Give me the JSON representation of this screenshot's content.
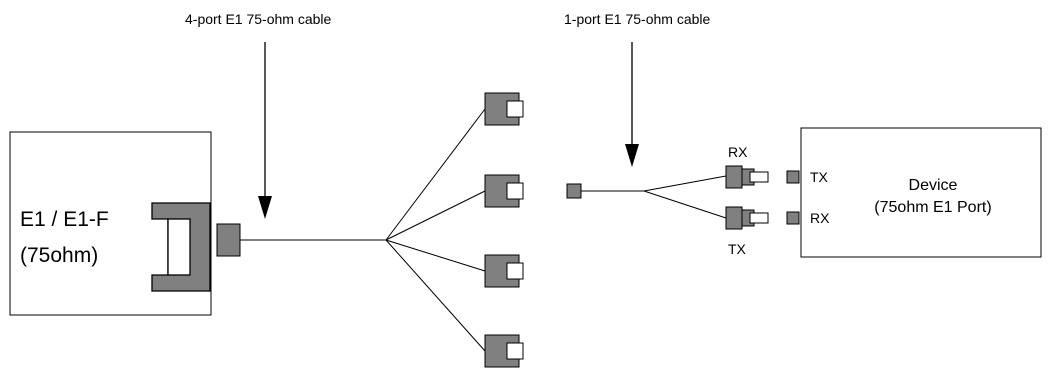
{
  "labels": {
    "four_port_cable": "4-port E1 75-ohm cable",
    "one_port_cable": "1-port E1 75-ohm cable",
    "e1_box_line1": "E1 / E1-F",
    "e1_box_line2": "(75ohm)",
    "device_line1": "Device",
    "device_line2": "(75ohm E1 Port)",
    "rx_top": "RX",
    "tx_bottom": "TX",
    "device_tx": "TX",
    "device_rx": "RX"
  },
  "colors": {
    "connector_fill": "#808080",
    "line": "#000000",
    "background": "#ffffff"
  }
}
